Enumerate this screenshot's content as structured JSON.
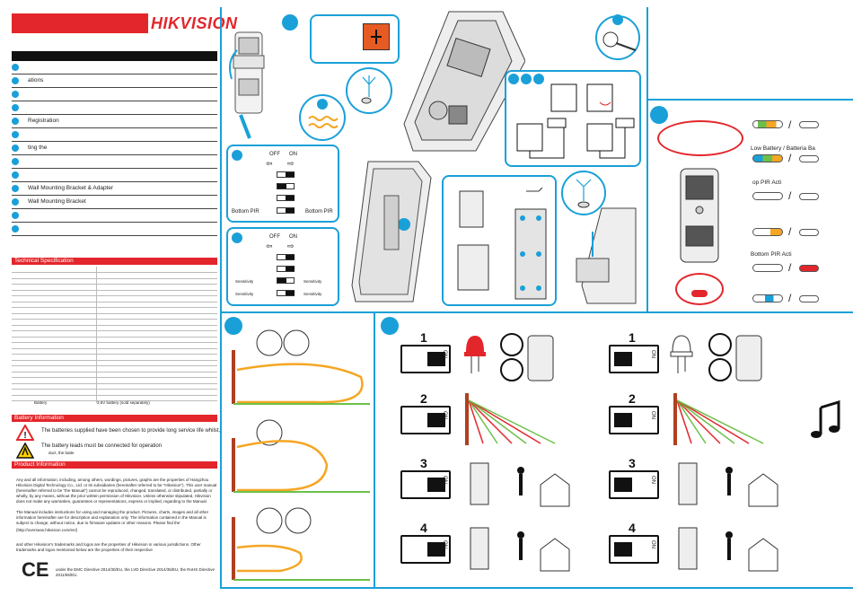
{
  "brand": {
    "logo_text": "HIKVISION",
    "accent": "#e3262b",
    "blue": "#1aa0d8"
  },
  "steps": [
    {
      "label": ""
    },
    {
      "label": "ations"
    },
    {
      "label": ""
    },
    {
      "label": ""
    },
    {
      "label": "Registration"
    },
    {
      "label": ""
    },
    {
      "label": "ting the"
    },
    {
      "label": ""
    },
    {
      "label": ""
    },
    {
      "label": "Wall Mounting Bracket & Adapter"
    },
    {
      "label": "Wall Mounting Bracket"
    },
    {
      "label": ""
    },
    {
      "label": ""
    }
  ],
  "sections": {
    "tech_spec": "Technical Specification",
    "battery_info": "Battery Information",
    "product_info": "Product Information"
  },
  "spec_last_row": "Battery",
  "spec_last_value": "3.6V battery (sold separately)",
  "battery": {
    "line1": "The batteries supplied have been chosen to provide long service life whilst,",
    "line2": "The battery leads must be connected for operation",
    "line3": "duct, the batte"
  },
  "product": {
    "p1": "Any and all information, including, among others, wordings, pictures, graphs are the properties of Hangzhou Hikvision Digital Technology Co., Ltd. or its subsidiaries (hereinafter referred to be \"Hikvision\"). This user manual (hereinafter referred to be \"the Manual\") cannot be reproduced, changed, translated, or distributed, partially or wholly, by any means, without the prior written permission of Hikvision. Unless otherwise stipulated, Hikvision does not make any warranties, guarantees or representations, express or implied, regarding to the Manual.",
    "p2": "The Manual includes instructions for using and managing the product. Pictures, charts, images and all other information hereinafter are for description and explanation only. The information contained in the Manual is subject to change, without notice, due to firmware updates or other reasons. Please find the",
    "p3": "(http://overseas.hikvision.com/en/)",
    "p4": "and other Hikvision's trademarks and logos are the properties of Hikvision in various jurisdictions. Other trademarks and logos mentioned below are the properties of their respective",
    "ce_mark": "CE",
    "ce_text": "under the EMC Directive 2014/30/EU, the LVD Directive 2014/35/EU, the RoHS Directive 2011/65/EU."
  },
  "dip": {
    "off": "OFF",
    "on": "ON",
    "bottom_pir_left": "Bottom PIR",
    "bottom_pir_right": "Bottom PIR",
    "sensitivity": "Sensitivity"
  },
  "indicators": {
    "low_battery": "Low Battery / Batteria Ba",
    "top_pir": "op PIR Acti",
    "bottom_pir": "Bottom PIR Acti",
    "slash": "/"
  },
  "switch_numbers": [
    "1",
    "2",
    "3",
    "4"
  ],
  "switch_on": "ON"
}
